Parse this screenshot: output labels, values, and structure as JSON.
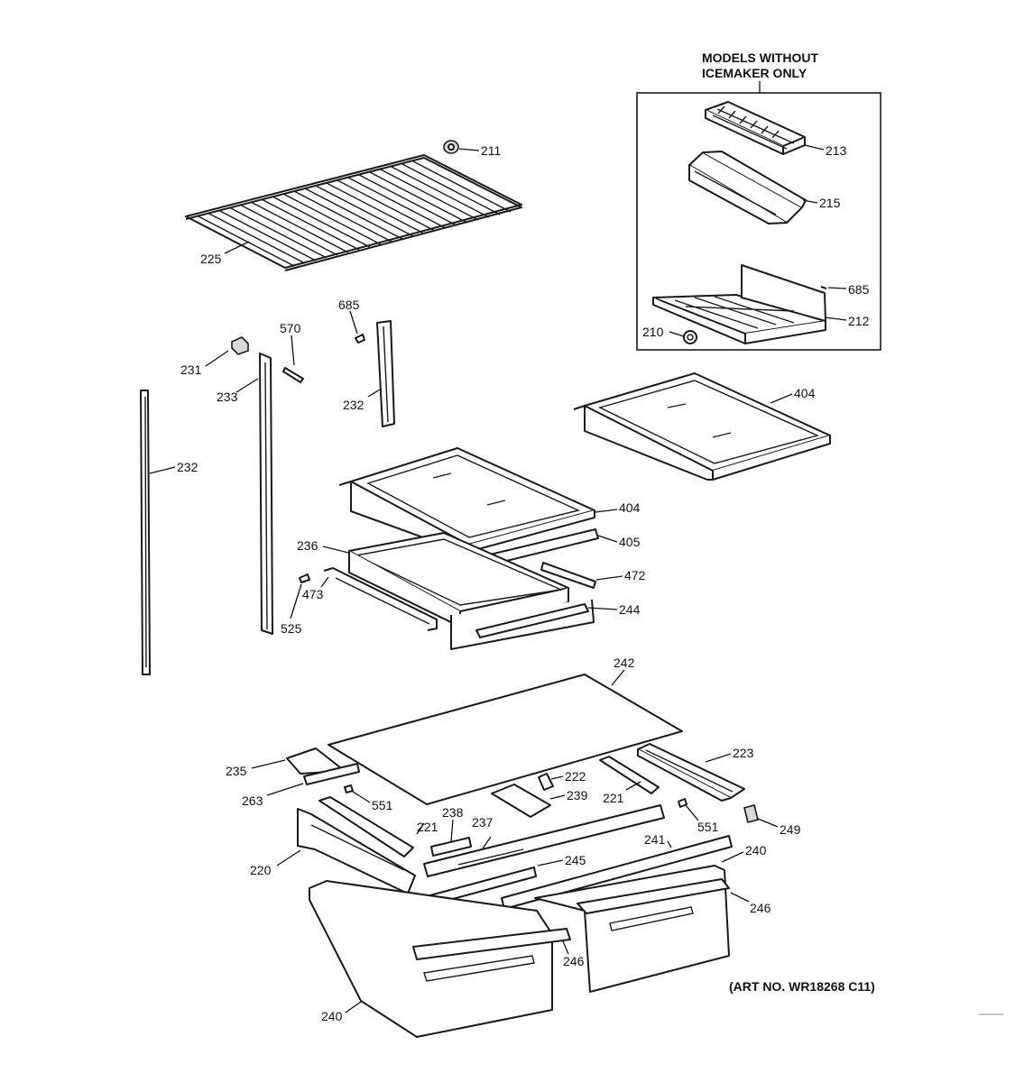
{
  "inset": {
    "heading_line1": "MODELS WITHOUT",
    "heading_line2": "ICEMAKER ONLY"
  },
  "art_number": "(ART NO. WR18268 C11)",
  "callouts": {
    "p211": "211",
    "p213": "213",
    "p215": "215",
    "p685a": "685",
    "p212": "212",
    "p210": "210",
    "p225": "225",
    "p685b": "685",
    "p570": "570",
    "p231": "231",
    "p233": "233",
    "p232a": "232",
    "p232b": "232",
    "p404a": "404",
    "p404b": "404",
    "p405": "405",
    "p236": "236",
    "p472": "472",
    "p473": "473",
    "p525": "525",
    "p244": "244",
    "p242": "242",
    "p223": "223",
    "p235": "235",
    "p222": "222",
    "p263": "263",
    "p239": "239",
    "p221a": "221",
    "p551a": "551",
    "p551b": "551",
    "p249": "249",
    "p238": "238",
    "p237": "237",
    "p221b": "221",
    "p241": "241",
    "p240a": "240",
    "p220": "220",
    "p245": "245",
    "p246a": "246",
    "p246b": "246",
    "p240b": "240"
  }
}
